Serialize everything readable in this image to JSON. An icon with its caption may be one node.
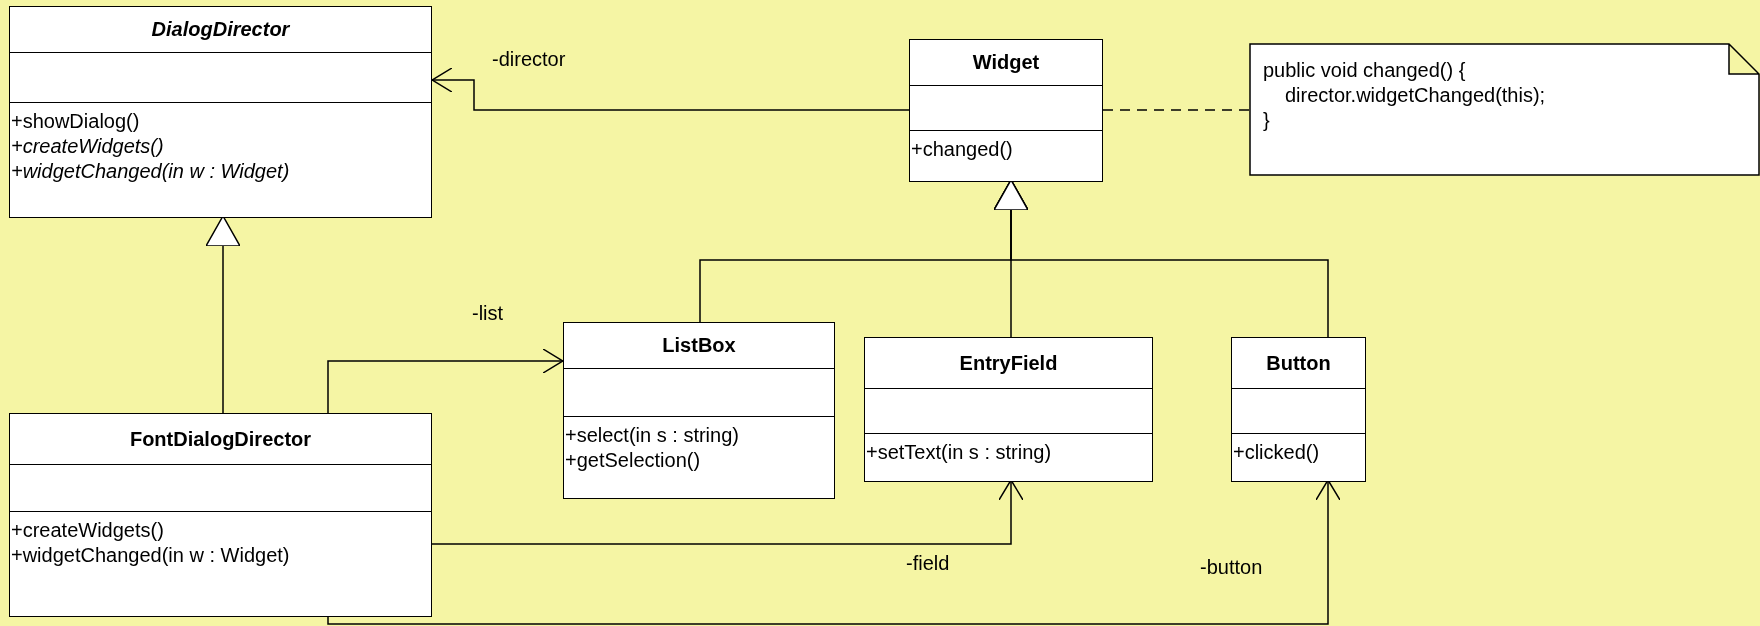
{
  "diagram": {
    "nodes": [
      {
        "text": [
          "DialogDirector",
          "+showDialog()",
          "+createWidgets()",
          "+widgetChanged(in w : Widget)"
        ]
      },
      {
        "text": [
          "Widget",
          "+changed()"
        ]
      },
      {
        "text": [
          "public void changed() {",
          "director.widgetChanged(this);",
          "}"
        ]
      },
      {
        "text": [
          "ListBox",
          "+select(in s : string)",
          "+getSelection()"
        ]
      },
      {
        "text": [
          "EntryField",
          "+setText(in s : string)"
        ]
      },
      {
        "text": [
          "Button",
          "+clicked()"
        ]
      },
      {
        "text": [
          "FontDialogDirector",
          "+createWidgets()",
          "+widgetChanged(in w : Widget)"
        ]
      }
    ],
    "edges": [
      {
        "from": 1,
        "to": 0,
        "arrow": "to",
        "label": "-director"
      },
      {
        "from": 6,
        "to": 0,
        "arrow": "to"
      },
      {
        "from": 3,
        "to": 1,
        "arrow": "to"
      },
      {
        "from": 4,
        "to": 1,
        "arrow": "to"
      },
      {
        "from": 5,
        "to": 1,
        "arrow": "to"
      },
      {
        "from": 6,
        "to": 3,
        "arrow": "to",
        "label": "-list"
      },
      {
        "from": 6,
        "to": 4,
        "arrow": "to",
        "label": "-field"
      },
      {
        "from": 6,
        "to": 5,
        "arrow": "to",
        "label": "-button"
      },
      {
        "from": 1,
        "to": 2,
        "arrow": "none",
        "style": "dashed"
      }
    ]
  }
}
